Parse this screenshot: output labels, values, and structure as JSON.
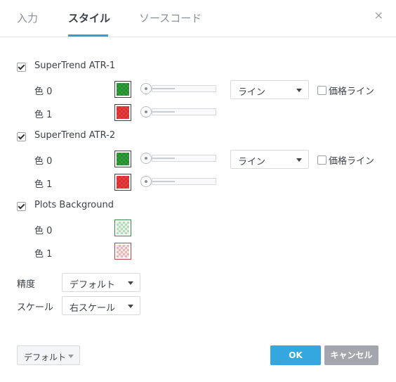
{
  "tabs": [
    {
      "label": "入力",
      "active": false
    },
    {
      "label": "スタイル",
      "active": true
    },
    {
      "label": "ソースコード",
      "active": false
    }
  ],
  "close_glyph": "×",
  "plots": [
    {
      "title": "SuperTrend ATR-1",
      "checked": true,
      "colors": [
        {
          "label": "色 0",
          "color": "#2e9e38"
        },
        {
          "label": "色 1",
          "color": "#ec3a3a"
        }
      ],
      "line_style": "ライン",
      "price_line_label": "価格ライン",
      "price_line_checked": false
    },
    {
      "title": "SuperTrend ATR-2",
      "checked": true,
      "colors": [
        {
          "label": "色 0",
          "color": "#2e9e38"
        },
        {
          "label": "色 1",
          "color": "#ec3a3a"
        }
      ],
      "line_style": "ライン",
      "price_line_label": "価格ライン",
      "price_line_checked": false
    },
    {
      "title": "Plots Background",
      "checked": true,
      "colors": [
        {
          "label": "色 0",
          "color": "#b9d9bc"
        },
        {
          "label": "色 1",
          "color": "#e6b8b8"
        }
      ]
    }
  ],
  "precision": {
    "label": "精度",
    "value": "デフォルト"
  },
  "scale": {
    "label": "スケール",
    "value": "右スケール"
  },
  "footer": {
    "defaults_label": "デフォルト",
    "ok_label": "OK",
    "cancel_label": "キャンセル"
  },
  "accent_color": "#35a7e0"
}
